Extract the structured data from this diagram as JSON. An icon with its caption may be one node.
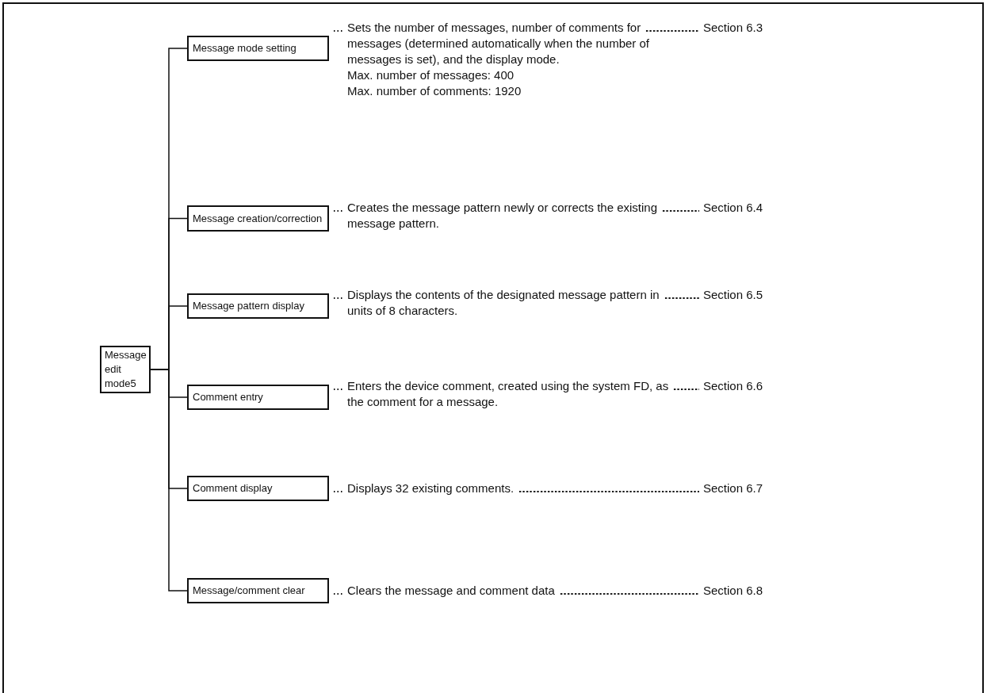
{
  "diagram": {
    "nodes": [
      {
        "text": [
          "Message edit mode5"
        ]
      },
      {
        "text": [
          "Message mode setting"
        ],
        "beside": [
          "Sets the number of messages, number of comments for messages (determined automatically when the number of messages is set), and the display mode.",
          "Max. number of messages: 400",
          "Max. number of comments: 1920"
        ]
      },
      {
        "text": [
          "Message creation/correction"
        ],
        "beside": [
          "Creates the message pattern newly or corrects the existing message pattern."
        ]
      },
      {
        "text": [
          "Message pattern display"
        ],
        "beside": [
          "Displays the contents of the designated message pattern in units of 8 characters."
        ]
      },
      {
        "text": [
          "Comment entry"
        ],
        "beside": [
          "Enters the device comment, created using the system FD, as the comment for a message."
        ]
      },
      {
        "text": [
          "Comment display"
        ],
        "beside": [
          "Displays 32 existing comments."
        ]
      },
      {
        "text": [
          "Message/comment clear"
        ],
        "beside": [
          "Clears the message and comment data"
        ]
      }
    ],
    "edges": [
      {
        "from": 0,
        "to": 1,
        "arrow": "none"
      },
      {
        "from": 0,
        "to": 2,
        "arrow": "none"
      },
      {
        "from": 0,
        "to": 3,
        "arrow": "none"
      },
      {
        "from": 0,
        "to": 4,
        "arrow": "none"
      },
      {
        "from": 0,
        "to": 5,
        "arrow": "none"
      },
      {
        "from": 0,
        "to": 6,
        "arrow": "none"
      }
    ],
    "labels": [
      "Section 6.3",
      "Section 6.4",
      "Section 6.5",
      "Section 6.6",
      "Section 6.7",
      "Section 6.8"
    ]
  }
}
